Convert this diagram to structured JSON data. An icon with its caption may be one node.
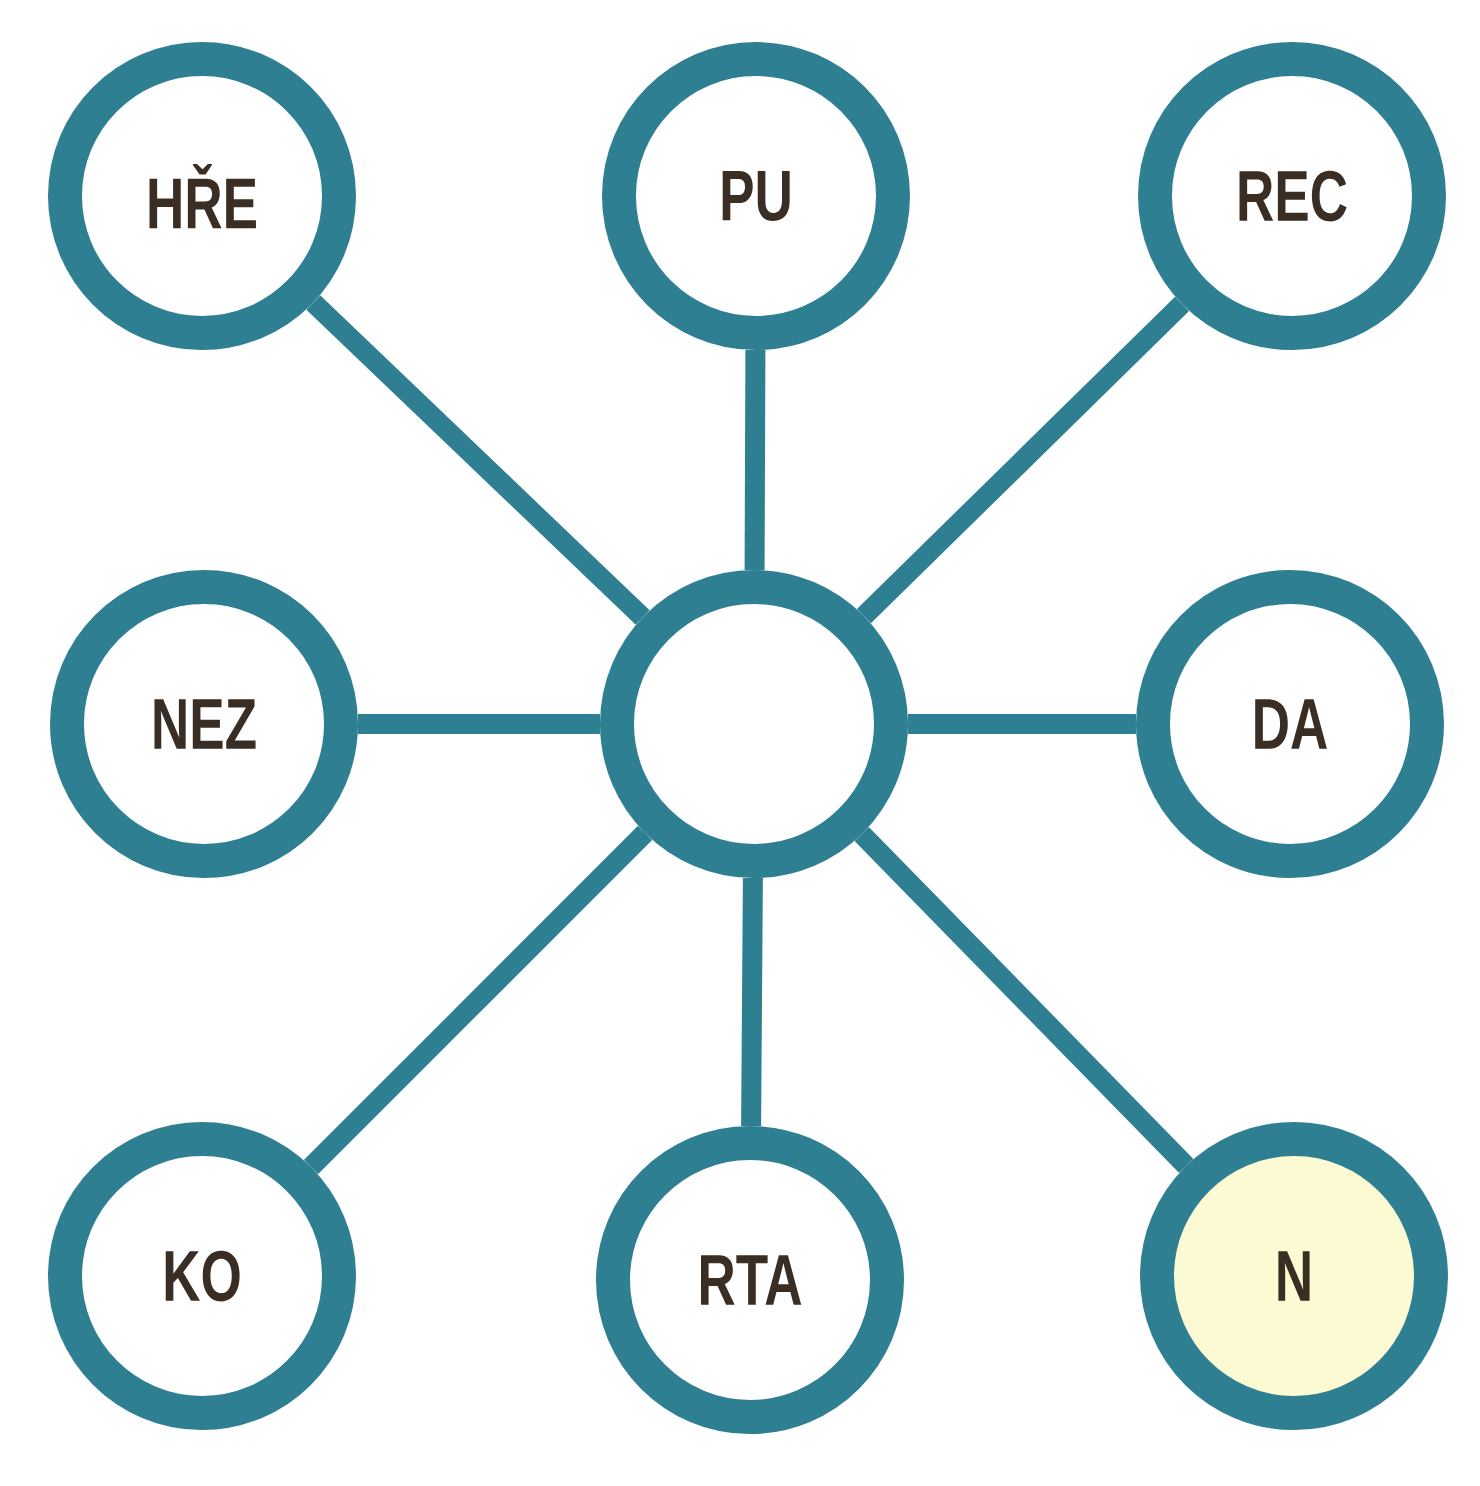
{
  "diagram": {
    "nodes": [
      {
        "text": [
          "HŘE"
        ]
      },
      {
        "text": [
          "PU"
        ]
      },
      {
        "text": [
          "REC"
        ]
      },
      {
        "text": [
          "NEZ"
        ]
      },
      {
        "text": [],
        "shape": "circle"
      },
      {
        "text": [
          "DA"
        ]
      },
      {
        "text": [
          "KO"
        ]
      },
      {
        "text": [
          "RTA"
        ]
      },
      {
        "text": [
          "N"
        ]
      }
    ],
    "edges": [
      {
        "from": 4,
        "to": 0,
        "arrow": "none"
      },
      {
        "from": 4,
        "to": 1,
        "arrow": "none"
      },
      {
        "from": 4,
        "to": 2,
        "arrow": "none"
      },
      {
        "from": 4,
        "to": 3,
        "arrow": "none"
      },
      {
        "from": 4,
        "to": 5,
        "arrow": "none"
      },
      {
        "from": 4,
        "to": 6,
        "arrow": "none"
      },
      {
        "from": 4,
        "to": 7,
        "arrow": "none"
      },
      {
        "from": 4,
        "to": 8,
        "arrow": "none"
      }
    ]
  }
}
